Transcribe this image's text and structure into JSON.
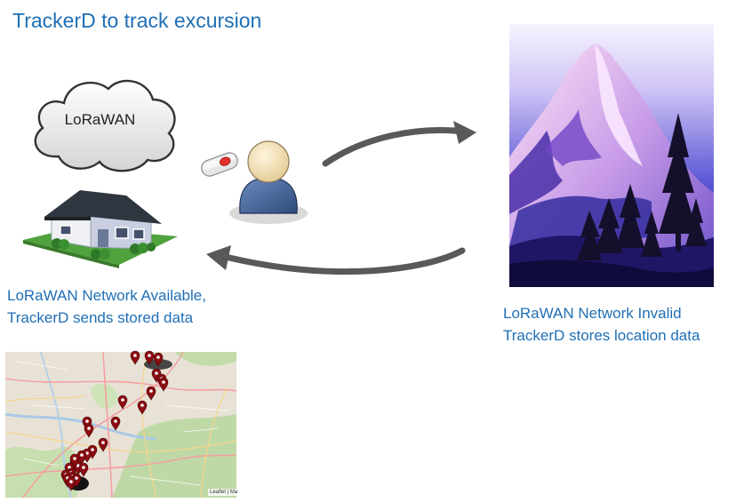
{
  "title": "TrackerD to track excursion",
  "cloud": {
    "label": "LoRaWAN"
  },
  "captions": {
    "left": {
      "line1": "LoRaWAN Network Available,",
      "line2": "TrackerD sends stored data"
    },
    "right": {
      "line1": "LoRaWAN Network Invalid",
      "line2": "TrackerD stores location data"
    }
  },
  "map": {
    "attribution": "Leaflet | Ma",
    "marker_count": 27
  },
  "colors": {
    "title": "#1f6fb5",
    "caption": "#1f6fb5",
    "arrow": "#595959",
    "marker": "#8b0d12",
    "cloud_fill": "#eaeaea",
    "sky": "#2b2fb4",
    "mountain": "#c8a8e6"
  },
  "icons": [
    "cloud-icon",
    "house-icon",
    "tracker-device-icon",
    "person-icon",
    "mountain-picture",
    "map-marker-icon"
  ]
}
